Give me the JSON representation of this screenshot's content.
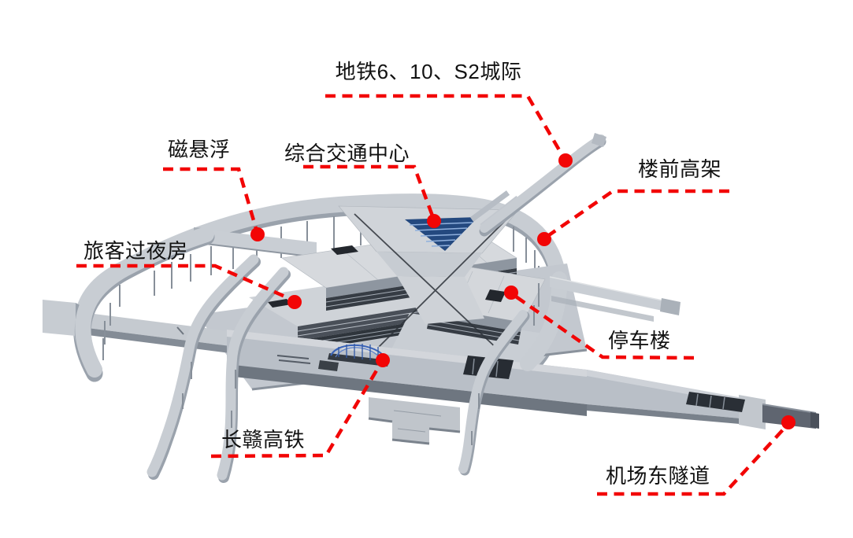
{
  "figure": {
    "background_color": "#ffffff",
    "callout_color": "#f20505",
    "callouts": [
      {
        "id": "metro-lines",
        "label": "地铁6、10、S2城际"
      },
      {
        "id": "maglev",
        "label": "磁悬浮"
      },
      {
        "id": "transport-center",
        "label": "综合交通中心"
      },
      {
        "id": "front-elevated-road",
        "label": "楼前高架"
      },
      {
        "id": "overnight-rooms",
        "label": "旅客过夜房"
      },
      {
        "id": "parking-building",
        "label": "停车楼"
      },
      {
        "id": "changgan-hsr",
        "label": "长赣高铁"
      },
      {
        "id": "airport-east-tunnel",
        "label": "机场东隧道"
      }
    ]
  }
}
